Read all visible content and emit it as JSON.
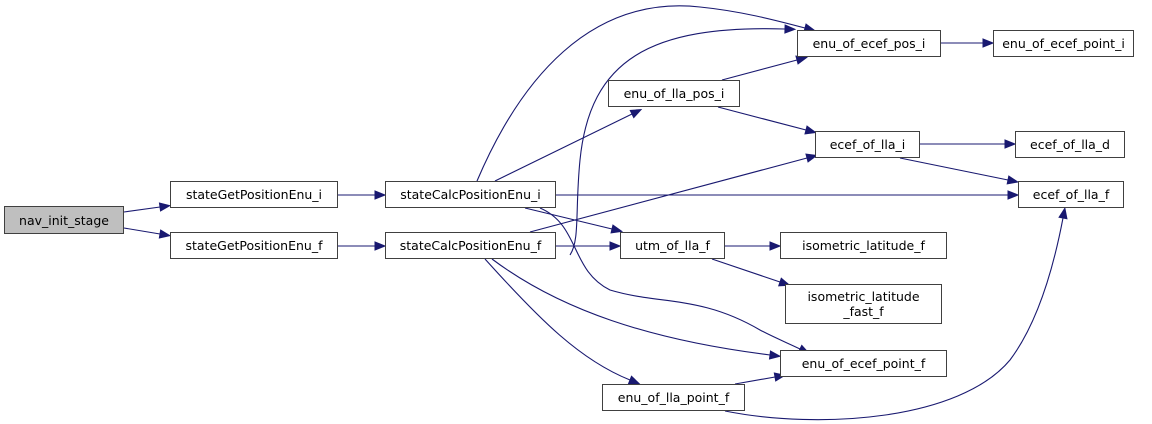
{
  "graph": {
    "title": "nav_init_stage call graph",
    "edge_color": "#191970",
    "root_fill": "#bfbfbf",
    "nodes": [
      {
        "id": "nav_init_stage",
        "label": "nav_init_stage",
        "root": true
      },
      {
        "id": "stateGetPositionEnu_i",
        "label": "stateGetPositionEnu_i"
      },
      {
        "id": "stateGetPositionEnu_f",
        "label": "stateGetPositionEnu_f"
      },
      {
        "id": "stateCalcPositionEnu_i",
        "label": "stateCalcPositionEnu_i"
      },
      {
        "id": "stateCalcPositionEnu_f",
        "label": "stateCalcPositionEnu_f"
      },
      {
        "id": "enu_of_ecef_pos_i",
        "label": "enu_of_ecef_pos_i"
      },
      {
        "id": "enu_of_ecef_point_i",
        "label": "enu_of_ecef_point_i"
      },
      {
        "id": "enu_of_lla_pos_i",
        "label": "enu_of_lla_pos_i"
      },
      {
        "id": "ecef_of_lla_i",
        "label": "ecef_of_lla_i"
      },
      {
        "id": "ecef_of_lla_d",
        "label": "ecef_of_lla_d"
      },
      {
        "id": "ecef_of_lla_f",
        "label": "ecef_of_lla_f"
      },
      {
        "id": "utm_of_lla_f",
        "label": "utm_of_lla_f"
      },
      {
        "id": "isometric_latitude_f",
        "label": "isometric_latitude_f"
      },
      {
        "id": "isometric_latitude_fast_f",
        "label": "isometric_latitude\n_fast_f"
      },
      {
        "id": "enu_of_ecef_point_f",
        "label": "enu_of_ecef_point_f"
      },
      {
        "id": "enu_of_lla_point_f",
        "label": "enu_of_lla_point_f"
      }
    ],
    "edges": [
      {
        "from": "nav_init_stage",
        "to": "stateGetPositionEnu_i"
      },
      {
        "from": "nav_init_stage",
        "to": "stateGetPositionEnu_f"
      },
      {
        "from": "stateGetPositionEnu_i",
        "to": "stateCalcPositionEnu_i"
      },
      {
        "from": "stateGetPositionEnu_f",
        "to": "stateCalcPositionEnu_f"
      },
      {
        "from": "stateCalcPositionEnu_i",
        "to": "enu_of_ecef_pos_i"
      },
      {
        "from": "stateCalcPositionEnu_i",
        "to": "enu_of_lla_pos_i"
      },
      {
        "from": "stateCalcPositionEnu_i",
        "to": "ecef_of_lla_f"
      },
      {
        "from": "stateCalcPositionEnu_i",
        "to": "utm_of_lla_f"
      },
      {
        "from": "stateCalcPositionEnu_i",
        "to": "enu_of_ecef_point_f"
      },
      {
        "from": "stateCalcPositionEnu_f",
        "to": "enu_of_ecef_pos_i"
      },
      {
        "from": "stateCalcPositionEnu_f",
        "to": "ecef_of_lla_i"
      },
      {
        "from": "stateCalcPositionEnu_f",
        "to": "utm_of_lla_f"
      },
      {
        "from": "stateCalcPositionEnu_f",
        "to": "enu_of_ecef_point_f"
      },
      {
        "from": "stateCalcPositionEnu_f",
        "to": "enu_of_lla_point_f"
      },
      {
        "from": "enu_of_lla_pos_i",
        "to": "enu_of_ecef_pos_i"
      },
      {
        "from": "enu_of_lla_pos_i",
        "to": "ecef_of_lla_i"
      },
      {
        "from": "enu_of_ecef_pos_i",
        "to": "enu_of_ecef_point_i"
      },
      {
        "from": "ecef_of_lla_i",
        "to": "ecef_of_lla_d"
      },
      {
        "from": "ecef_of_lla_i",
        "to": "ecef_of_lla_f"
      },
      {
        "from": "utm_of_lla_f",
        "to": "isometric_latitude_f"
      },
      {
        "from": "utm_of_lla_f",
        "to": "isometric_latitude_fast_f"
      },
      {
        "from": "enu_of_lla_point_f",
        "to": "enu_of_ecef_point_f"
      },
      {
        "from": "enu_of_lla_point_f",
        "to": "ecef_of_lla_f"
      }
    ]
  }
}
